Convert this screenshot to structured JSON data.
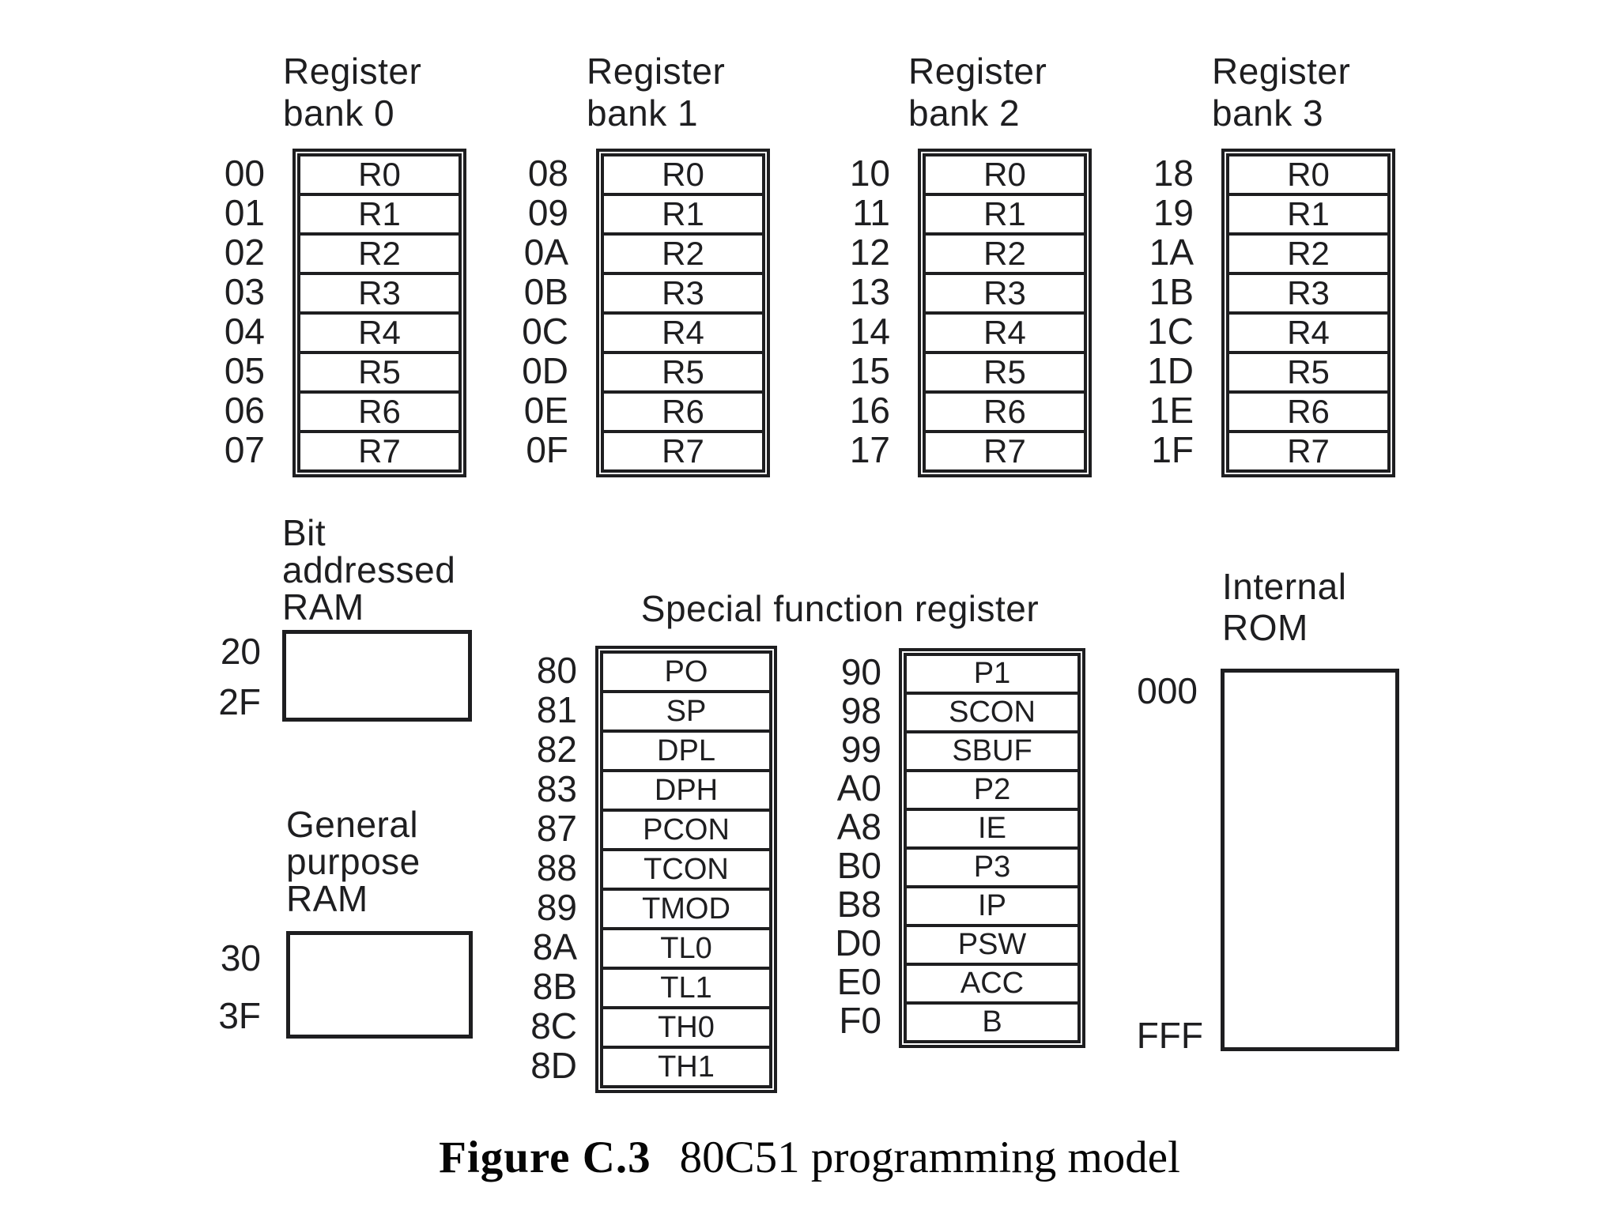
{
  "figure": {
    "caption_label": "Figure C.3",
    "caption_text": "80C51 programming model"
  },
  "register_banks": [
    {
      "title_line1": "Register",
      "title_line2": "bank 0",
      "rows": [
        {
          "addr": "00",
          "reg": "R0"
        },
        {
          "addr": "01",
          "reg": "R1"
        },
        {
          "addr": "02",
          "reg": "R2"
        },
        {
          "addr": "03",
          "reg": "R3"
        },
        {
          "addr": "04",
          "reg": "R4"
        },
        {
          "addr": "05",
          "reg": "R5"
        },
        {
          "addr": "06",
          "reg": "R6"
        },
        {
          "addr": "07",
          "reg": "R7"
        }
      ]
    },
    {
      "title_line1": "Register",
      "title_line2": "bank 1",
      "rows": [
        {
          "addr": "08",
          "reg": "R0"
        },
        {
          "addr": "09",
          "reg": "R1"
        },
        {
          "addr": "0A",
          "reg": "R2"
        },
        {
          "addr": "0B",
          "reg": "R3"
        },
        {
          "addr": "0C",
          "reg": "R4"
        },
        {
          "addr": "0D",
          "reg": "R5"
        },
        {
          "addr": "0E",
          "reg": "R6"
        },
        {
          "addr": "0F",
          "reg": "R7"
        }
      ]
    },
    {
      "title_line1": "Register",
      "title_line2": "bank 2",
      "rows": [
        {
          "addr": "10",
          "reg": "R0"
        },
        {
          "addr": "11",
          "reg": "R1"
        },
        {
          "addr": "12",
          "reg": "R2"
        },
        {
          "addr": "13",
          "reg": "R3"
        },
        {
          "addr": "14",
          "reg": "R4"
        },
        {
          "addr": "15",
          "reg": "R5"
        },
        {
          "addr": "16",
          "reg": "R6"
        },
        {
          "addr": "17",
          "reg": "R7"
        }
      ]
    },
    {
      "title_line1": "Register",
      "title_line2": "bank 3",
      "rows": [
        {
          "addr": "18",
          "reg": "R0"
        },
        {
          "addr": "19",
          "reg": "R1"
        },
        {
          "addr": "1A",
          "reg": "R2"
        },
        {
          "addr": "1B",
          "reg": "R3"
        },
        {
          "addr": "1C",
          "reg": "R4"
        },
        {
          "addr": "1D",
          "reg": "R5"
        },
        {
          "addr": "1E",
          "reg": "R6"
        },
        {
          "addr": "1F",
          "reg": "R7"
        }
      ]
    }
  ],
  "bit_ram": {
    "label_lines": [
      "Bit",
      "addressed",
      "RAM"
    ],
    "addr_top": "20",
    "addr_bottom": "2F"
  },
  "gp_ram": {
    "label_lines": [
      "General",
      "purpose",
      "RAM"
    ],
    "addr_top": "30",
    "addr_bottom": "3F"
  },
  "sfr": {
    "title": "Special function register",
    "col1": [
      {
        "addr": "80",
        "reg": "PO"
      },
      {
        "addr": "81",
        "reg": "SP"
      },
      {
        "addr": "82",
        "reg": "DPL"
      },
      {
        "addr": "83",
        "reg": "DPH"
      },
      {
        "addr": "87",
        "reg": "PCON"
      },
      {
        "addr": "88",
        "reg": "TCON"
      },
      {
        "addr": "89",
        "reg": "TMOD"
      },
      {
        "addr": "8A",
        "reg": "TL0"
      },
      {
        "addr": "8B",
        "reg": "TL1"
      },
      {
        "addr": "8C",
        "reg": "TH0"
      },
      {
        "addr": "8D",
        "reg": "TH1"
      }
    ],
    "col2": [
      {
        "addr": "90",
        "reg": "P1"
      },
      {
        "addr": "98",
        "reg": "SCON"
      },
      {
        "addr": "99",
        "reg": "SBUF"
      },
      {
        "addr": "A0",
        "reg": "P2"
      },
      {
        "addr": "A8",
        "reg": "IE"
      },
      {
        "addr": "B0",
        "reg": "P3"
      },
      {
        "addr": "B8",
        "reg": "IP"
      },
      {
        "addr": "D0",
        "reg": "PSW"
      },
      {
        "addr": "E0",
        "reg": "ACC"
      },
      {
        "addr": "F0",
        "reg": "B"
      }
    ]
  },
  "rom": {
    "label_line1": "Internal",
    "label_line2": "ROM",
    "addr_top": "000",
    "addr_bottom": "FFF"
  },
  "colors": {
    "ink": "#1e1e20",
    "background": "#ffffff"
  }
}
